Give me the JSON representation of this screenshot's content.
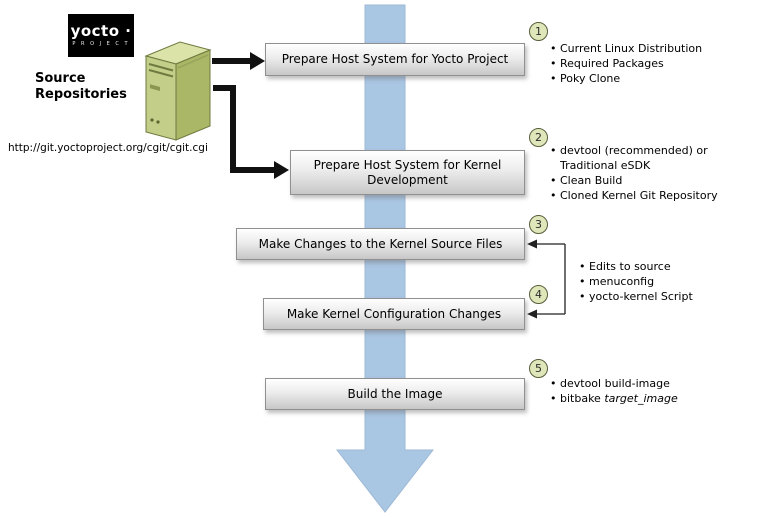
{
  "logo": {
    "brand": "yocto ·",
    "subtitle": "P R O J E C T"
  },
  "source_repositories": {
    "label": "Source\nRepositories",
    "url": "http://git.yoctoproject.org/cgit/cgit.cgi"
  },
  "steps": [
    {
      "num": "1",
      "label": "Prepare Host System for Yocto Project",
      "bullets": [
        "Current Linux Distribution",
        "Required Packages",
        "Poky Clone"
      ]
    },
    {
      "num": "2",
      "label": "Prepare Host System for Kernel Development",
      "bullets": [
        "devtool (recommended) or\nTraditional eSDK",
        "Clean Build",
        "Cloned Kernel Git Repository"
      ]
    },
    {
      "num": "3",
      "label": "Make Changes to the Kernel Source Files"
    },
    {
      "num": "4",
      "label": "Make Kernel Configuration Changes"
    },
    {
      "num": "5",
      "label": "Build the Image",
      "bullets": [
        {
          "text": "devtool build-image",
          "italic": ""
        },
        {
          "text": "bitbake ",
          "italic": "target_image"
        }
      ]
    }
  ],
  "shared_bullets_steps_3_4": [
    "Edits to source",
    "menuconfig",
    "yocto-kernel Script"
  ],
  "colors": {
    "flow_arrow_blue": "#a9c6e3",
    "badge_fill": "#dfe6ba",
    "server_green": "#aab766",
    "box_border": "#909090"
  }
}
